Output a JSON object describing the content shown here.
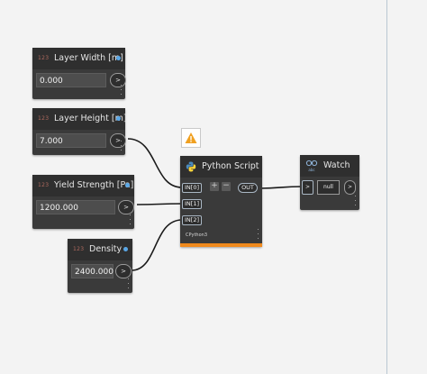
{
  "nodes": {
    "layer_width": {
      "tag": "123",
      "title": "Layer Width [m]",
      "value": "0.000",
      "port": ">"
    },
    "layer_height": {
      "tag": "123",
      "title": "Layer Height [m]",
      "value": "7.000",
      "port": ">"
    },
    "yield_strength": {
      "tag": "123",
      "title": "Yield Strength [Pa]",
      "value": "1200.000",
      "port": ">"
    },
    "density": {
      "tag": "123",
      "title": "Density",
      "value": "2400.000",
      "port": ">"
    },
    "python": {
      "title": "Python Script",
      "inputs": [
        "IN[0]",
        "IN[1]",
        "IN[2]"
      ],
      "plus": "+",
      "minus": "−",
      "output": "OUT",
      "engine": "CPython3"
    },
    "watch": {
      "title": "Watch",
      "in_port": ">",
      "value": "null",
      "out_port": ">",
      "icon_label": "abc"
    }
  },
  "colors": {
    "background": "#f3f3f3",
    "node": "#3a3a3a",
    "warning": "#f0a020",
    "wire": "#1a1a1a",
    "accent_bar": "#f08a1d",
    "port_dot": "#5aa7e6"
  },
  "icons": {
    "warning": "warning-icon",
    "python": "python-icon",
    "watch": "watch-icon",
    "menu": "more-vertical-icon"
  }
}
